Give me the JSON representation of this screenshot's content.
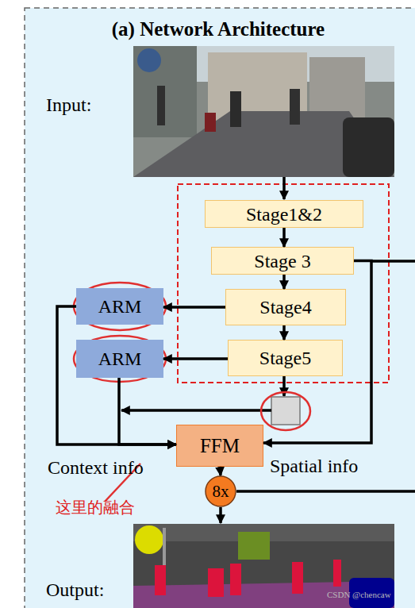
{
  "diagram": {
    "title": "(a) Network Architecture",
    "nodes": [
      {
        "text": [
          "Stage1&2"
        ]
      },
      {
        "text": [
          "Stage 3"
        ]
      },
      {
        "text": [
          "Stage4"
        ]
      },
      {
        "text": [
          "Stage5"
        ]
      },
      {
        "text": [
          "ARM"
        ]
      },
      {
        "text": [
          "ARM"
        ]
      },
      {
        "text": [
          "FFM"
        ]
      },
      {
        "text": [
          "8x"
        ]
      }
    ],
    "edges": [
      {
        "from": 0,
        "to": 1,
        "arrow": "to"
      },
      {
        "from": 1,
        "to": 2,
        "arrow": "to"
      },
      {
        "from": 2,
        "to": 3,
        "arrow": "to"
      },
      {
        "from": 2,
        "to": 4,
        "arrow": "to"
      },
      {
        "from": 3,
        "to": 5,
        "arrow": "to"
      },
      {
        "from": 4,
        "to": 6,
        "arrow": "to"
      },
      {
        "from": 5,
        "to": 6,
        "arrow": "to"
      },
      {
        "from": 1,
        "to": 6,
        "arrow": "to"
      },
      {
        "from": 6,
        "to": 7,
        "arrow": "to"
      }
    ],
    "labels": [
      "Input:",
      "Output:",
      "Context info",
      "Spatial info",
      "这里的融合",
      "CSDN @chencaw"
    ]
  }
}
